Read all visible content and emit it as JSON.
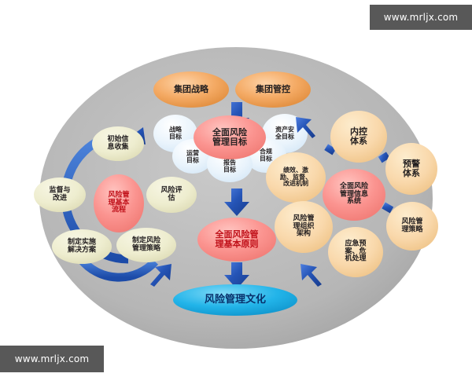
{
  "watermark": {
    "top": "www.mrljx.com",
    "bottom": "www.mrljx.com"
  },
  "diagram": {
    "title_top": {
      "group_strategy": "集团战略",
      "group_control": "集团管控"
    },
    "center_cloud": {
      "main": "全面风险\n管理目标",
      "strategy_goal": "战略\n目标",
      "operation_goal": "运营\n目标",
      "report_goal": "报告\n目标",
      "compliance_goal": "合规\n目标",
      "asset_safety_goal": "资产安\n全目标"
    },
    "left_cycle": {
      "core": "风险管\n理基本\n流程",
      "collect": "初始信\n息收集",
      "supervise": "监督与\n改进",
      "assess": "风险评\n估",
      "solution": "制定实施\n解决方案",
      "strategy": "制定风险\n管理策略"
    },
    "right_cluster": {
      "internal_control": "内控\n体系",
      "early_warning": "预警\n体系",
      "performance": "绩效、激\n励、监督、\n改进机制",
      "info_system": "全面风险\n管理信息\n系统",
      "org_structure": "风险管\n理组织\n架构",
      "emergency": "应急预\n案、危\n机处理",
      "risk_strategy": "风险管\n理策略"
    },
    "bottom": {
      "principles": "全面风险管\n理基本原则",
      "culture": "风险管理文化"
    },
    "colors": {
      "backdrop": "#b4b4b4",
      "orange": "#f2a860",
      "pink": "#f98e8e",
      "cream": "#f8d7ab",
      "lightyellow": "#eeedd0",
      "cloud": "#e8f2fb",
      "cyan": "#18b3e8",
      "arrow": "#2155b8"
    }
  }
}
